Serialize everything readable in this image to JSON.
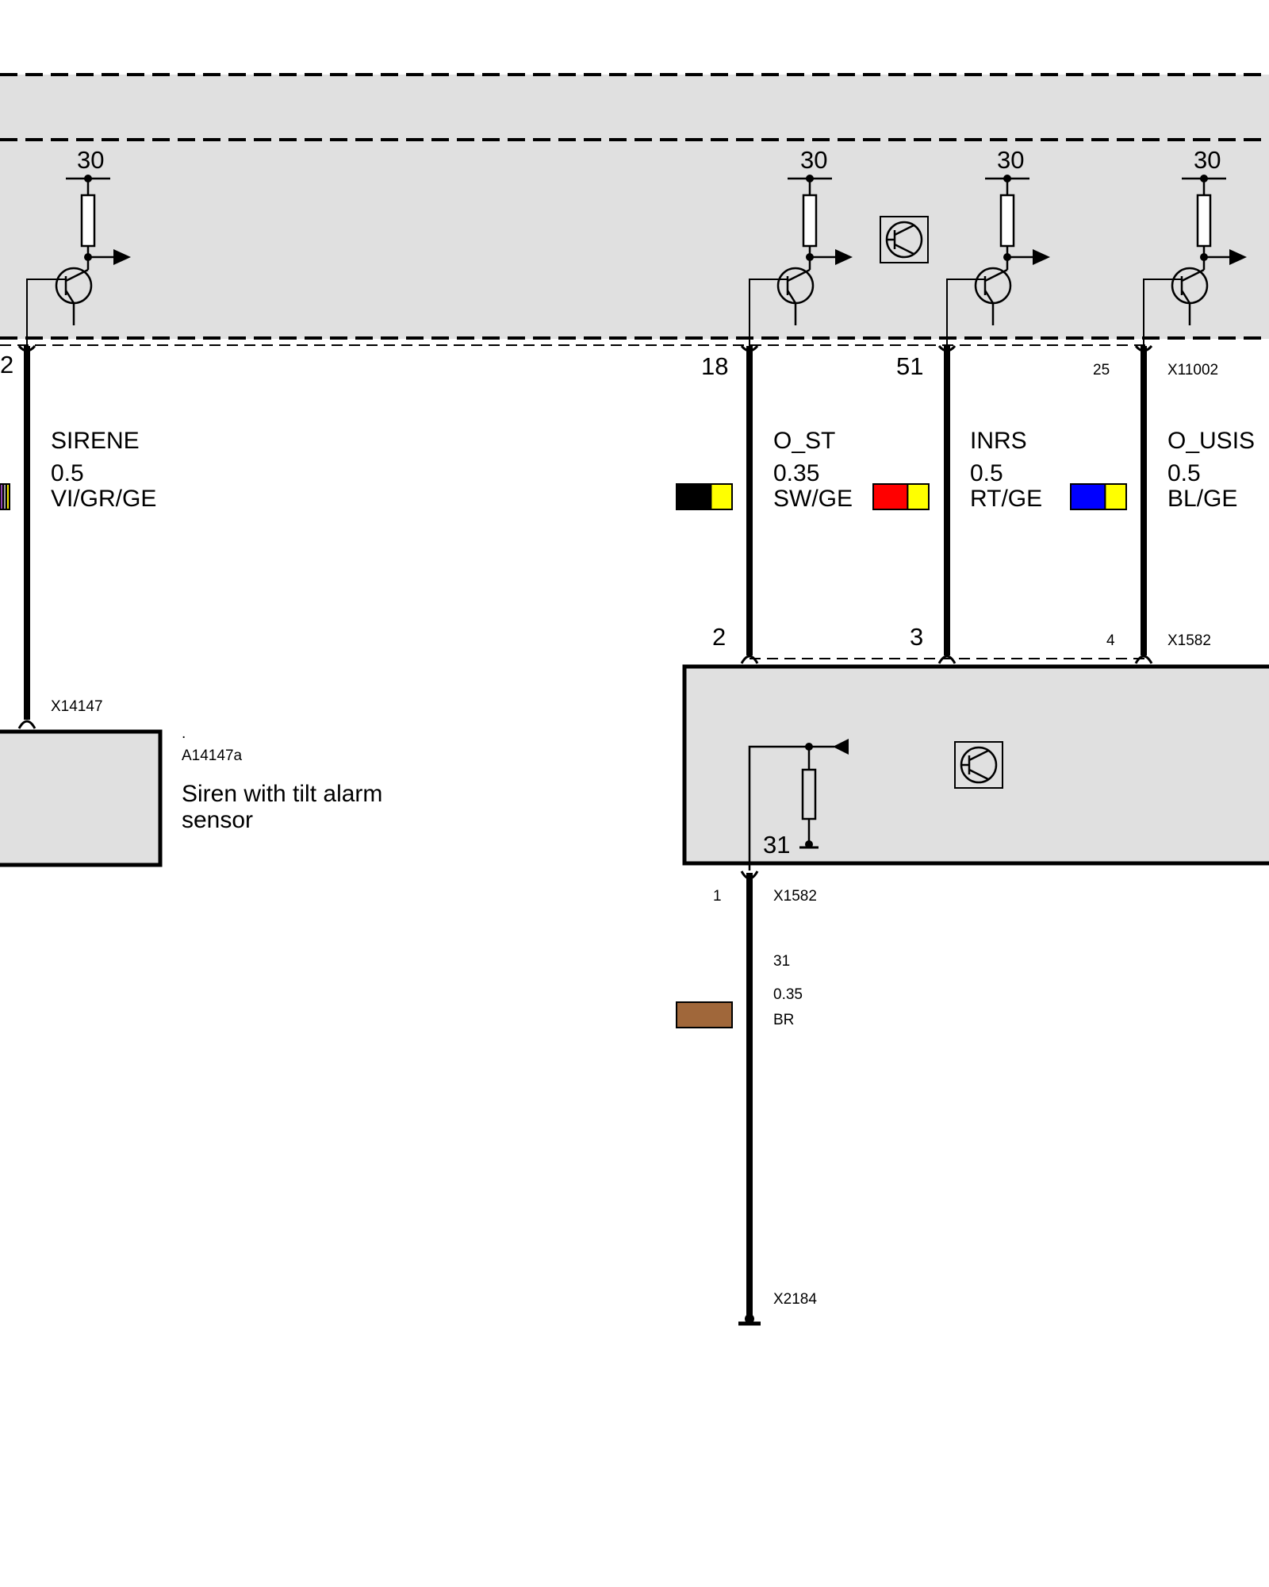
{
  "top_module": {
    "supply_labels": [
      "30",
      "30",
      "30",
      "30"
    ],
    "pin_numbers": {
      "sirene": "2",
      "o_st": "18",
      "inrs": "51",
      "o_usis": "25"
    },
    "connector": "X11002"
  },
  "wires": [
    {
      "id": "sirene",
      "signal": "SIRENE",
      "gauge": "0.5",
      "color_code": "VI/GR/GE",
      "swatch": [
        "#8e44ad",
        "#9e9e9e",
        "#f2e600"
      ]
    },
    {
      "id": "o_st",
      "signal": "O_ST",
      "gauge": "0.35",
      "color_code": "SW/GE",
      "swatch": [
        "#000000",
        "#ffff00"
      ]
    },
    {
      "id": "inrs",
      "signal": "INRS",
      "gauge": "0.5",
      "color_code": "RT/GE",
      "swatch": [
        "#ff0000",
        "#ffff00"
      ]
    },
    {
      "id": "o_usis",
      "signal": "O_USIS",
      "gauge": "0.5",
      "color_code": "BL/GE",
      "swatch": [
        "#0000ff",
        "#ffff00"
      ]
    }
  ],
  "siren": {
    "connector": "X14147",
    "dot": ".",
    "component_id": "A14147a",
    "name_line1": "Siren with tilt alarm",
    "name_line2": "sensor"
  },
  "lower_module": {
    "pin_numbers": {
      "o_st": "2",
      "inrs": "3",
      "o_usis": "4"
    },
    "connector_top": "X1582",
    "ground_label": "31",
    "bottom_pin": "1",
    "connector_bottom": "X1582"
  },
  "ground_wire": {
    "signal": "31",
    "gauge": "0.35",
    "color_code": "BR",
    "swatch": [
      "#a0673a"
    ],
    "ground_connector": "X2184"
  }
}
